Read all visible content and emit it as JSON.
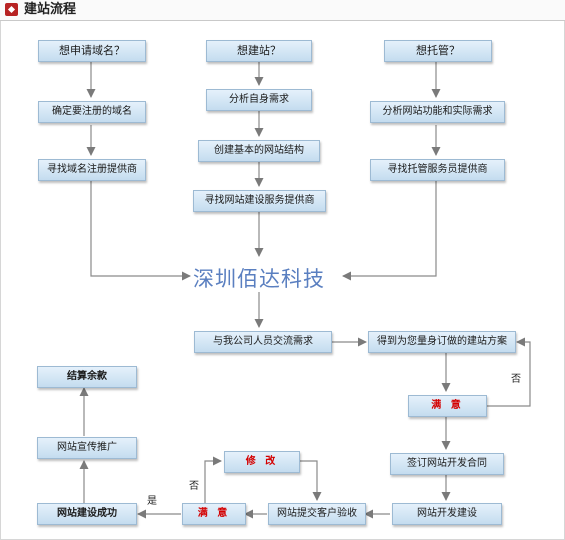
{
  "header": {
    "title": "建站流程"
  },
  "watermark": "深圳佰达科技",
  "boxes": {
    "want_domain": "想申请域名？",
    "confirm_domain": "确定要注册的域名",
    "find_domain_provider": "寻找域名注册提供商",
    "want_site": "想建站？",
    "analyze_needs": "分析自身需求",
    "create_structure": "创建基本的网站结构",
    "find_site_provider": "寻找网站建设服务提供商",
    "want_hosting": "想托管？",
    "analyze_hosting": "分析网站功能和实际需求",
    "find_hosting_provider": "寻找托管服务员提供商",
    "communicate": "与我公司人员交流需求",
    "custom_plan": "得到为您量身订做的建站方案",
    "satisfied_right": "满 意",
    "sign_contract": "签订网站开发合同",
    "develop": "网站开发建设",
    "submit_acceptance": "网站提交客户验收",
    "modify": "修 改",
    "satisfied_bottom": "满 意",
    "site_success": "网站建设成功",
    "promotion": "网站宣传推广",
    "settle": "结算余款"
  },
  "labels": {
    "no_right": "否",
    "no_bottom": "否",
    "yes": "是"
  }
}
